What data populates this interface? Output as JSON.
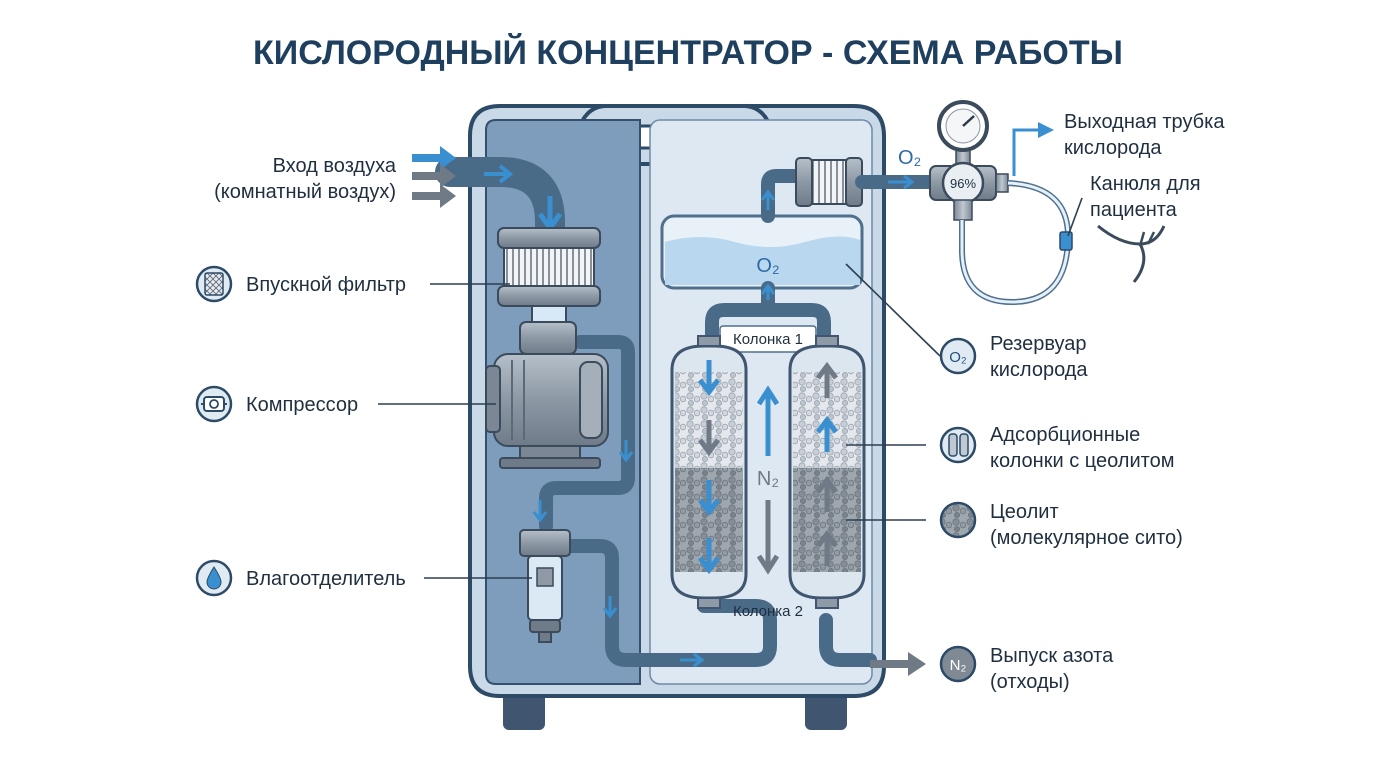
{
  "title": "КИСЛОРОДНЫЙ КОНЦЕНТРАТОР - СХЕМА РАБОТЫ",
  "labels": {
    "air_in_1": "Вход воздуха",
    "air_in_2": "(комнатный воздух)",
    "intake_filter": "Впускной фильтр",
    "compressor": "Компрессор",
    "moisture_separator": "Влагоотделитель",
    "outlet_tube_1": "Выходная трубка",
    "outlet_tube_2": "кислорода",
    "cannula_1": "Канюля для",
    "cannula_2": "пациента",
    "reservoir_1": "Резервуар",
    "reservoir_2": "кислорода",
    "columns_1": "Адсорбционные",
    "columns_2": "колонки с цеолитом",
    "zeolite_1": "Цеолит",
    "zeolite_2": "(молекулярное сито)",
    "nitrogen_1": "Выпуск азота",
    "nitrogen_2": "(отходы)"
  },
  "device": {
    "column_1": "Колонка 1",
    "column_2": "Колонка 2",
    "reservoir_gas": "O₂",
    "outlet_gas": "O₂",
    "exchange_gas": "N₂",
    "gauge_value": "96%"
  },
  "icons": {
    "reservoir_icon": "O₂",
    "nitrogen_icon": "N₂"
  },
  "colors": {
    "title": "#1e3f5e",
    "oxygen_flow": "#3a8fd0",
    "nitrogen_flow": "#6f7a86",
    "housing": "#c9d9e8",
    "left_panel": "#7e9cbc"
  }
}
